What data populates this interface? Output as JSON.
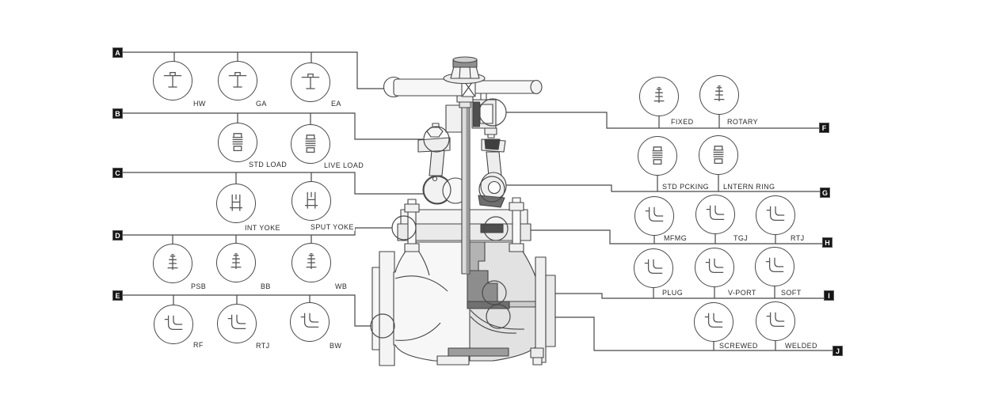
{
  "illustration": "globe-valve-cutaway-cross-section",
  "colors": {
    "line": "#474747",
    "badge_bg": "#151515",
    "badge_text": "#ffffff",
    "circle_stroke": "#4a4a4a",
    "body_fill_light": "#f5f5f5",
    "body_fill_mid": "#dedede",
    "body_fill_dark": "#8d8d8d"
  },
  "groups": [
    {
      "id": "A",
      "side": "left",
      "options": [
        {
          "label": "HW"
        },
        {
          "label": "GA"
        },
        {
          "label": "EA"
        }
      ]
    },
    {
      "id": "B",
      "side": "left",
      "options": [
        {
          "label": "STD LOAD"
        },
        {
          "label": "LIVE LOAD"
        }
      ]
    },
    {
      "id": "C",
      "side": "left",
      "options": [
        {
          "label": "INT YOKE"
        },
        {
          "label": "SPUT YOKE"
        }
      ]
    },
    {
      "id": "D",
      "side": "left",
      "options": [
        {
          "label": "PSB"
        },
        {
          "label": "BB"
        },
        {
          "label": "WB"
        }
      ]
    },
    {
      "id": "E",
      "side": "left",
      "options": [
        {
          "label": "RF"
        },
        {
          "label": "RTJ"
        },
        {
          "label": "BW"
        }
      ]
    },
    {
      "id": "F",
      "side": "right",
      "options": [
        {
          "label": "FIXED"
        },
        {
          "label": "ROTARY"
        }
      ]
    },
    {
      "id": "G",
      "side": "right",
      "options": [
        {
          "label": "STD PCKING"
        },
        {
          "label": "LNTERN RING"
        }
      ]
    },
    {
      "id": "H",
      "side": "right",
      "options": [
        {
          "label": "MFMG"
        },
        {
          "label": "TGJ"
        },
        {
          "label": "RTJ"
        }
      ]
    },
    {
      "id": "I",
      "side": "right",
      "options": [
        {
          "label": "PLUG"
        },
        {
          "label": "V-PORT"
        },
        {
          "label": "SOFT"
        }
      ]
    },
    {
      "id": "J",
      "side": "right",
      "options": [
        {
          "label": "SCREWED"
        },
        {
          "label": "WELDED"
        }
      ]
    }
  ]
}
